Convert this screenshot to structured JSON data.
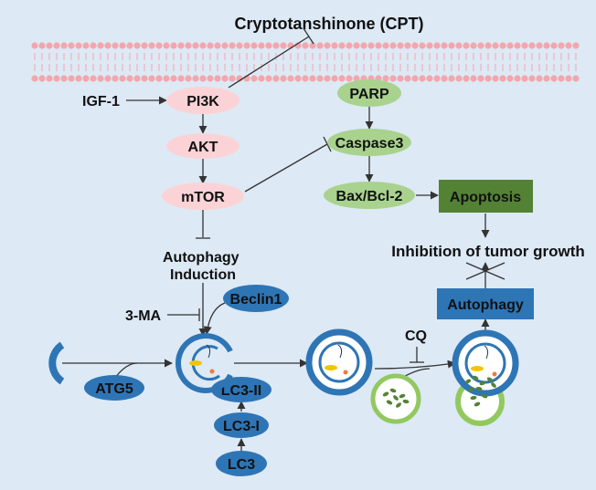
{
  "title": "Cryptotanshinone (CPT)",
  "colors": {
    "background": "#dde9f5",
    "membrane": "#f2a6ad",
    "pink_node": "#fbd3d6",
    "green_node": "#a9d28e",
    "dark_green_box": "#548235",
    "blue_node": "#2e75b6",
    "blue_ring": "#2e75b6",
    "green_ring": "#92c95f",
    "arrow": "#333333"
  },
  "labels": {
    "igf1": "IGF-1",
    "ma3": "3-MA",
    "cq": "CQ",
    "autophagy_induction": "Autophagy\nInduction",
    "inhibition": "Inhibition of tumor growth"
  },
  "nodes": {
    "pi3k": "PI3K",
    "akt": "AKT",
    "mtor": "mTOR",
    "parp": "PARP",
    "caspase3": "Caspase3",
    "baxbcl2": "Bax/Bcl-2",
    "apoptosis": "Apoptosis",
    "autophagy": "Autophagy",
    "beclin1": "Beclin1",
    "atg5": "ATG5",
    "lc3ii": "LC3-II",
    "lc3i": "LC3-I",
    "lc3": "LC3"
  }
}
